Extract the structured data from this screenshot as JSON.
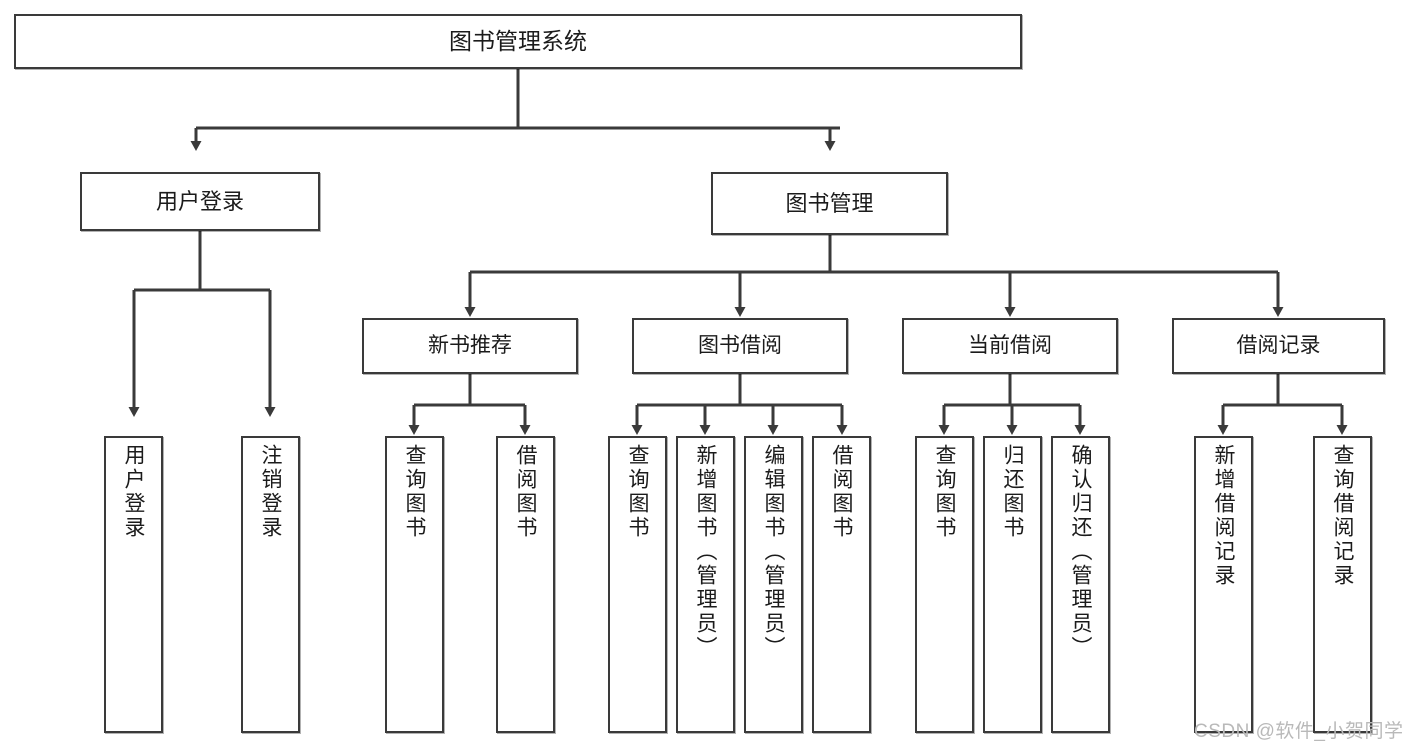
{
  "diagram": {
    "type": "hierarchy-tree",
    "title": "图书管理系统",
    "levels": {
      "root": {
        "label": "图书管理系统"
      },
      "level2": [
        {
          "id": "user-login",
          "label": "用户登录"
        },
        {
          "id": "book-management",
          "label": "图书管理"
        }
      ],
      "level3": [
        {
          "id": "new-book-recommend",
          "label": "新书推荐",
          "parent": "book-management"
        },
        {
          "id": "book-borrow",
          "label": "图书借阅",
          "parent": "book-management"
        },
        {
          "id": "current-borrow",
          "label": "当前借阅",
          "parent": "book-management"
        },
        {
          "id": "borrow-record",
          "label": "借阅记录",
          "parent": "book-management"
        }
      ],
      "leaves": [
        {
          "id": "leaf-user-login",
          "label": "用户登录",
          "parent": "user-login"
        },
        {
          "id": "leaf-user-logout",
          "label": "注销登录",
          "parent": "user-login"
        },
        {
          "id": "leaf-query-book-1",
          "label": "查询图书",
          "parent": "new-book-recommend"
        },
        {
          "id": "leaf-borrow-book-1",
          "label": "借阅图书",
          "parent": "new-book-recommend"
        },
        {
          "id": "leaf-query-book-2",
          "label": "查询图书",
          "parent": "book-borrow"
        },
        {
          "id": "leaf-add-book",
          "label": "新增图书（管理员）",
          "parent": "book-borrow"
        },
        {
          "id": "leaf-edit-book",
          "label": "编辑图书（管理员）",
          "parent": "book-borrow"
        },
        {
          "id": "leaf-borrow-book-2",
          "label": "借阅图书",
          "parent": "book-borrow"
        },
        {
          "id": "leaf-query-book-3",
          "label": "查询图书",
          "parent": "current-borrow"
        },
        {
          "id": "leaf-return-book",
          "label": "归还图书",
          "parent": "current-borrow"
        },
        {
          "id": "leaf-confirm-return",
          "label": "确认归还（管理员）",
          "parent": "current-borrow"
        },
        {
          "id": "leaf-add-record",
          "label": "新增借阅记录",
          "parent": "borrow-record"
        },
        {
          "id": "leaf-query-record",
          "label": "查询借阅记录",
          "parent": "borrow-record"
        }
      ]
    },
    "colors": {
      "stroke": "#3a3a3a",
      "fill": "#ffffff",
      "text": "#1b1b1b",
      "watermark": "#b9b9b9"
    }
  },
  "watermark": {
    "text": "CSDN @软件_小贺同学"
  }
}
